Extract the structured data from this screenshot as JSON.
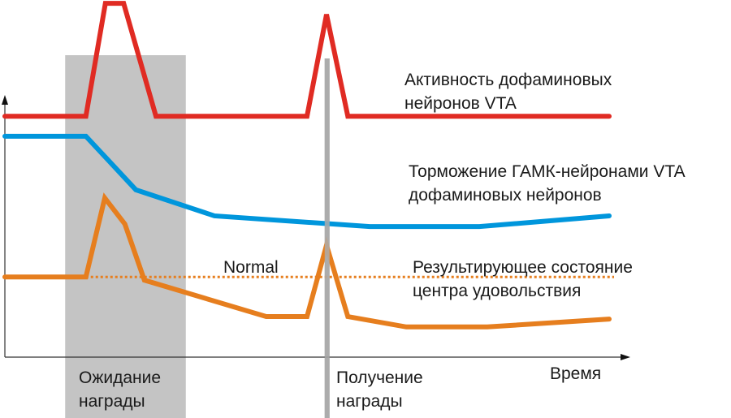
{
  "chart_data": {
    "type": "line",
    "xlabel": "Время",
    "xlim": [
      0,
      100
    ],
    "ylim": [
      0,
      100
    ],
    "regions": [
      {
        "name": "reward-expectation",
        "label_line1": "Ожидание",
        "label_line2": "награды",
        "t_range": [
          9.9,
          29.7
        ],
        "color": "#c4c4c4"
      },
      {
        "name": "reward-receipt",
        "label_line1": "Получение",
        "label_line2": "награды",
        "t_range": [
          52.5,
          53.3
        ],
        "color": "#ababab"
      }
    ],
    "baseline": {
      "label": "Normal",
      "value": 22,
      "t_range": [
        13.3,
        100
      ],
      "color": "#e67e1e"
    },
    "series": [
      {
        "name": "dopamine",
        "label_line1": "Активность дофаминовых",
        "label_line2": "нейронов VTA",
        "color": "#e02b23",
        "points": [
          [
            0,
            67
          ],
          [
            13.3,
            67
          ],
          [
            16.5,
            98.6
          ],
          [
            19.5,
            98.6
          ],
          [
            24.8,
            67
          ],
          [
            49.6,
            67
          ],
          [
            52.8,
            95.5
          ],
          [
            56.3,
            67
          ],
          [
            99.2,
            67
          ]
        ]
      },
      {
        "name": "gaba-inhibition",
        "label_line1": "Торможение ГАМК-нейронами VTA",
        "label_line2": "дофаминовых нейронов",
        "color": "#0096dc",
        "points": [
          [
            0,
            61.4
          ],
          [
            13.3,
            61.4
          ],
          [
            21.5,
            46.4
          ],
          [
            34.4,
            39.1
          ],
          [
            59.9,
            36.1
          ],
          [
            77.9,
            36.1
          ],
          [
            99.2,
            39.1
          ]
        ]
      },
      {
        "name": "pleasure-center",
        "label_line1": "Результирующее состояние",
        "label_line2": "центра удовольствия",
        "color": "#e67e1e",
        "points": [
          [
            0,
            22
          ],
          [
            13.3,
            22
          ],
          [
            16.4,
            44.1
          ],
          [
            19.7,
            36.8
          ],
          [
            22.9,
            21.1
          ],
          [
            42.9,
            10.9
          ],
          [
            49.6,
            10.9
          ],
          [
            52.8,
            30.9
          ],
          [
            56.3,
            10.9
          ],
          [
            65.9,
            8
          ],
          [
            79.2,
            8
          ],
          [
            99.2,
            10.2
          ]
        ]
      }
    ]
  }
}
